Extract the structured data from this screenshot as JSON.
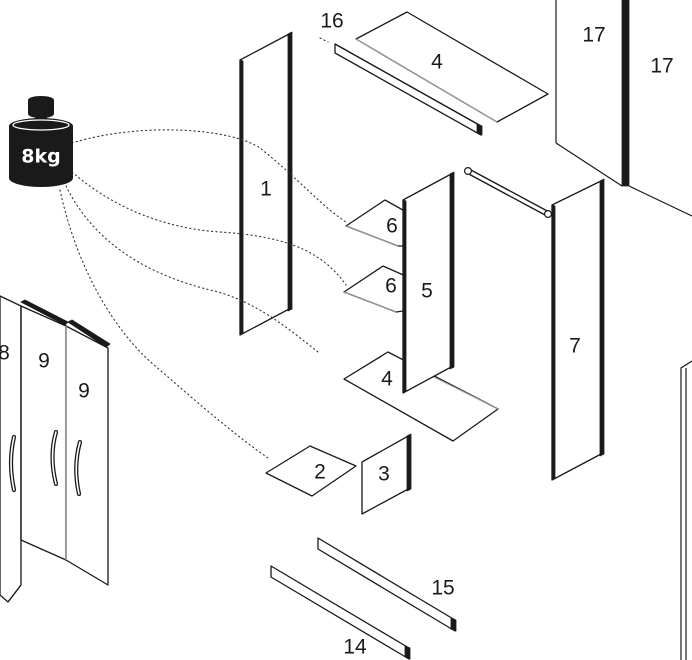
{
  "weight": {
    "label": "8kg",
    "icon": "weight-icon"
  },
  "parts": {
    "p1": "1",
    "p2": "2",
    "p3": "3",
    "p4_top": "4",
    "p4_bottom": "4",
    "p5": "5",
    "p6_upper": "6",
    "p6_lower": "6",
    "p7": "7",
    "p8": "8",
    "p9_left": "9",
    "p9_right": "9",
    "p14": "14",
    "p15": "15",
    "p16": "16",
    "p17_left": "17",
    "p17_right": "17"
  }
}
